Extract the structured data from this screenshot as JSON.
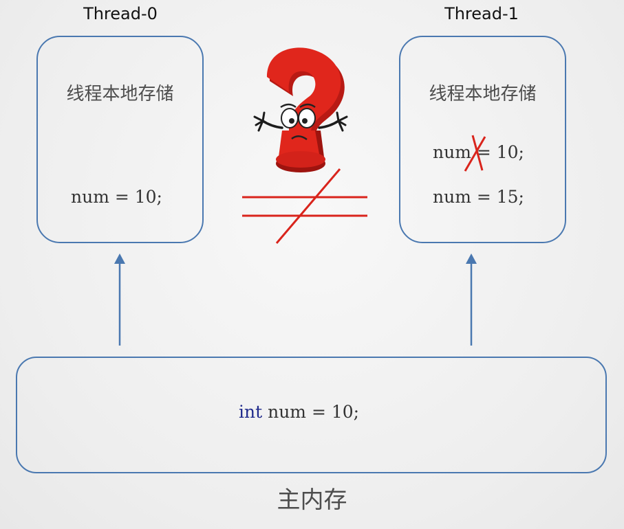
{
  "threads": [
    {
      "title": "Thread-0",
      "storage_label": "线程本地存储",
      "lines": [
        "num = 10;"
      ]
    },
    {
      "title": "Thread-1",
      "storage_label": "线程本地存储",
      "lines": [
        "num = 10;",
        "num = 15;"
      ]
    }
  ],
  "main_memory": {
    "label": "主内存",
    "code_keyword": "int",
    "code_rest": " num = 10;"
  },
  "colors": {
    "box_border": "#4a78b0",
    "arrow": "#4a78b0",
    "strike": "#d9241c",
    "question_mark": "#d9241c",
    "keyword": "#1f2a8c"
  },
  "icons": [
    "confused-question-mark-icon",
    "not-equal-icon",
    "strikethrough-mark"
  ]
}
